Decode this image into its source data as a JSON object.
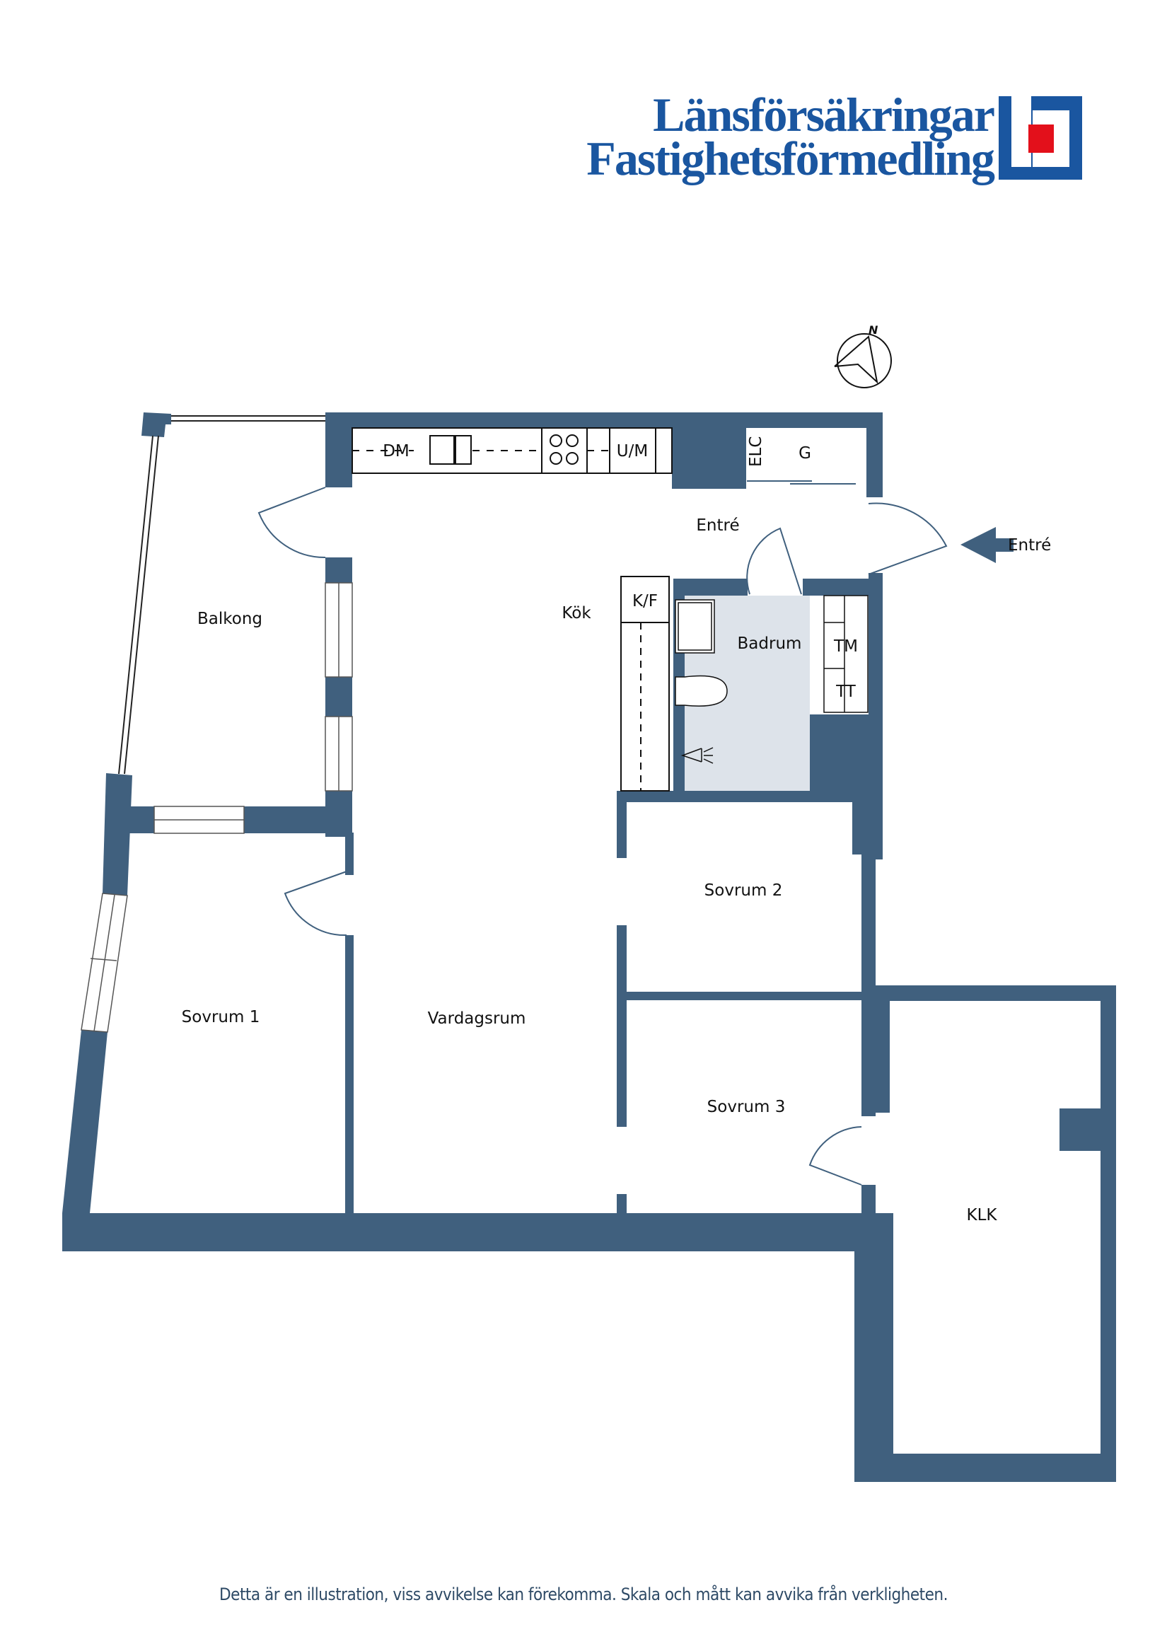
{
  "brand": {
    "line1": "Länsförsäkringar",
    "line2": "Fastighetsförmedling",
    "colors": {
      "blue": "#1a56a0",
      "red": "#e3101b"
    }
  },
  "compass": {
    "label": "N",
    "icon": "north-arrow-icon"
  },
  "colors": {
    "wall": "#40607e",
    "bathroom_floor": "#dde3ea",
    "line": "#111111",
    "door": "#40607e"
  },
  "rooms": {
    "balkong": "Balkong",
    "kok": "Kök",
    "entre": "Entré",
    "badrum": "Badrum",
    "sovrum1": "Sovrum 1",
    "sovrum2": "Sovrum 2",
    "sovrum3": "Sovrum 3",
    "vardagsrum": "Vardagsrum",
    "klk": "KLK"
  },
  "fixtures": {
    "dm": "DM",
    "um": "U/M",
    "elc": "ELC",
    "g": "G",
    "kf": "K/F",
    "tm": "TM",
    "tt": "TT"
  },
  "entrance_marker": {
    "label": "Entré",
    "icon": "entrance-arrow-icon"
  },
  "footer": {
    "disclaimer": "Detta är en illustration, viss avvikelse kan förekomma. Skala och mått kan avvika från verkligheten."
  }
}
